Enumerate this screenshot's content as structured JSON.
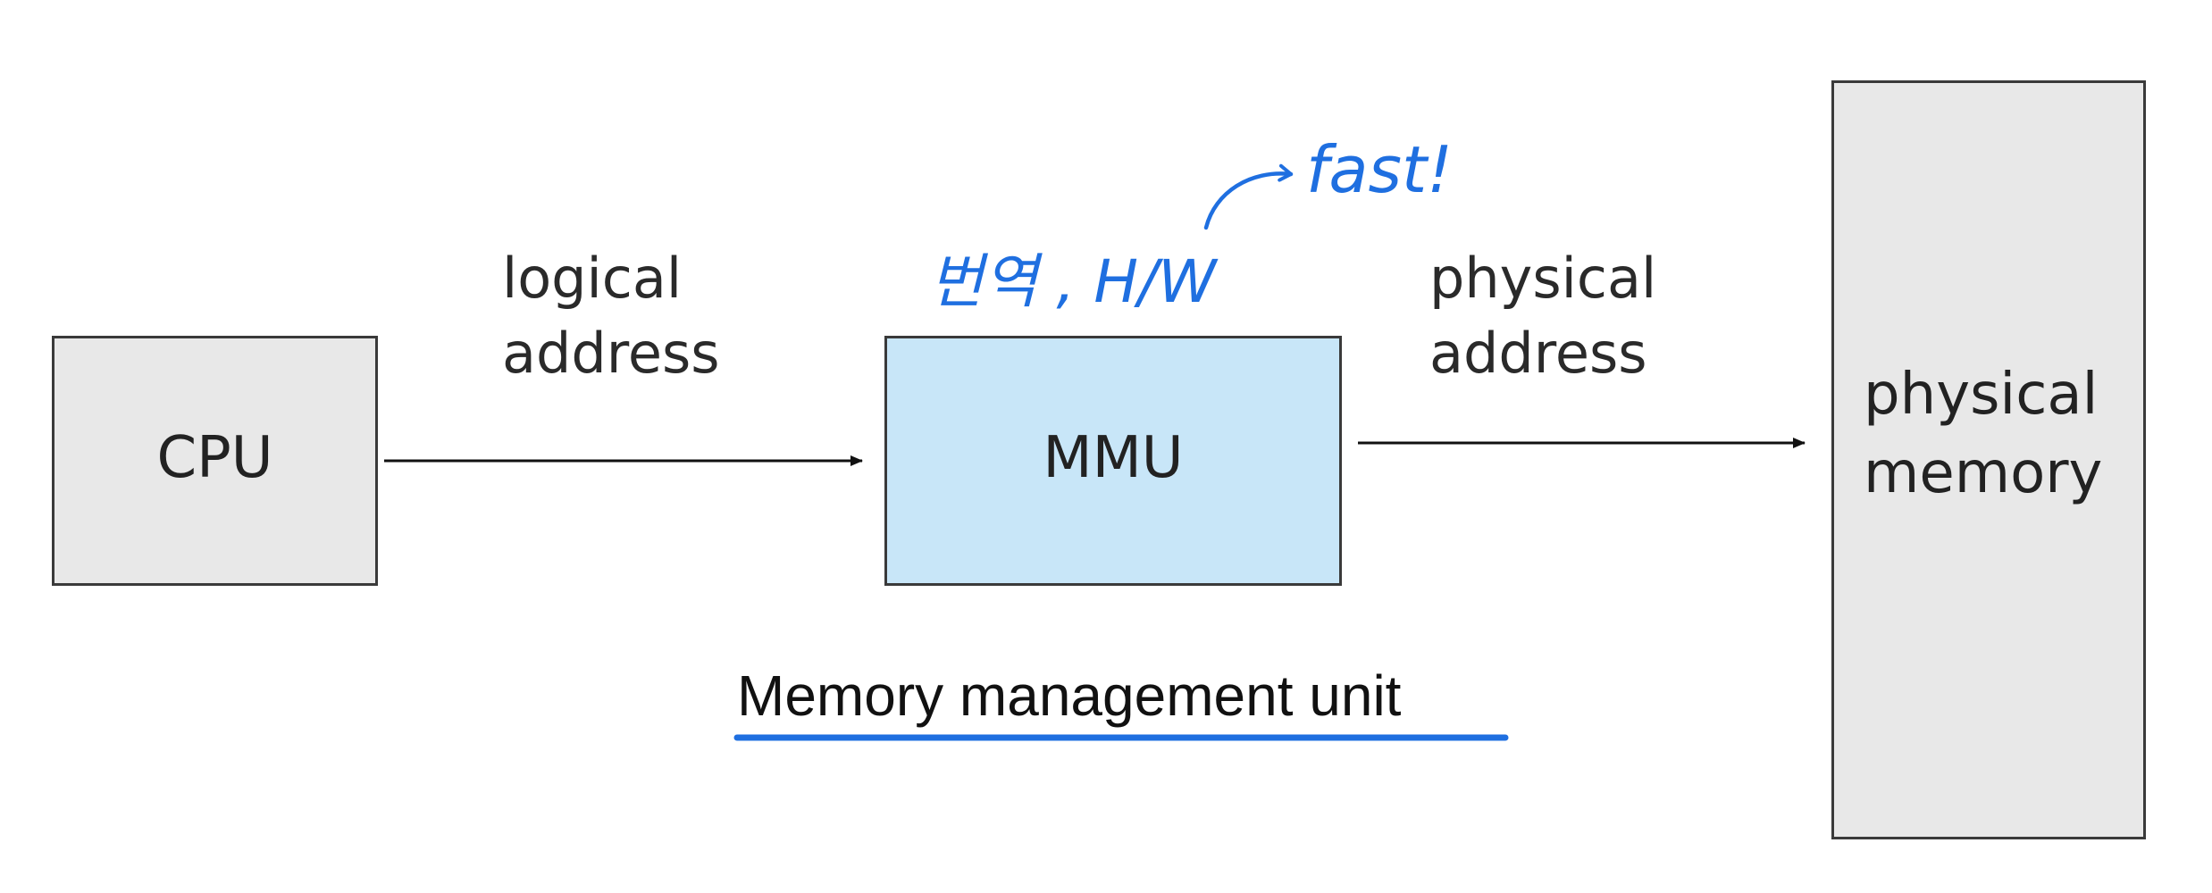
{
  "nodes": {
    "cpu": {
      "label": "CPU"
    },
    "mmu": {
      "label": "MMU"
    },
    "memory": {
      "line1": "physical",
      "line2": "memory"
    }
  },
  "edges": {
    "logical": {
      "line1": "logical",
      "line2": "address"
    },
    "physical": {
      "line1": "physical",
      "line2": "address"
    }
  },
  "caption": "Memory management unit",
  "annotations": {
    "translation_hw": "번역 , H/W",
    "fast": "fast!"
  },
  "colors": {
    "box_gray": "#e8e8e8",
    "box_blue": "#c8e6f8",
    "border": "#3a3a3a",
    "ink_blue": "#1f6fe0",
    "underline_blue": "#1f6fe0"
  }
}
